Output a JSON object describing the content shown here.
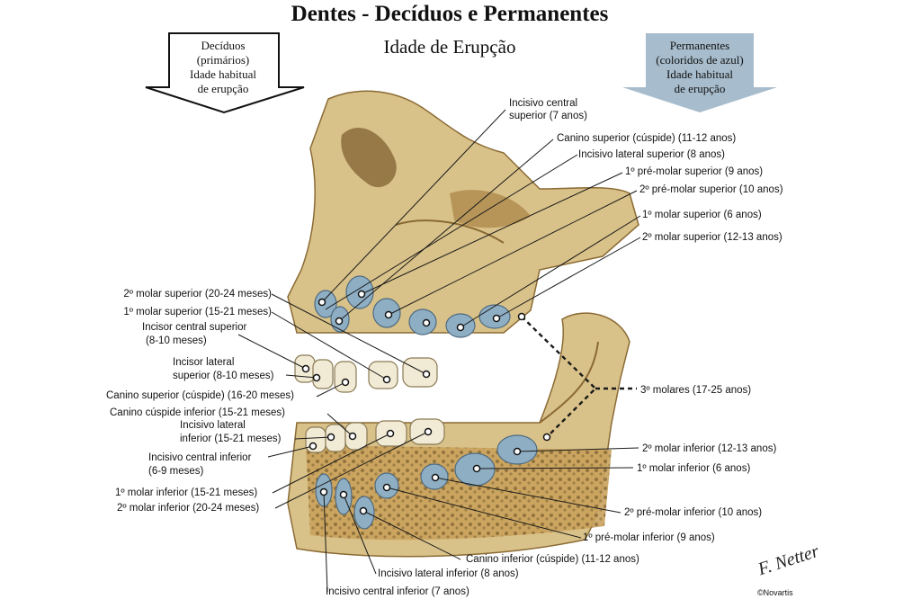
{
  "title": "Dentes - Decíduos e Permanentes",
  "subtitle": "Idade de Erupção",
  "deciduous_box": {
    "lines": [
      "Decíduos",
      "(primários)",
      "Idade habitual",
      "de erupção"
    ]
  },
  "permanent_box": {
    "lines": [
      "Permanentes",
      "(coloridos de azul)",
      "Idade habitual",
      "de erupção"
    ]
  },
  "labels_right": [
    "Incisivo central",
    "superior (7 anos)",
    "Canino superior (cúspide) (11-12 anos)",
    "Incisivo lateral superior (8 anos)",
    "1º pré-molar superior (9 anos)",
    "2º pré-molar superior (10 anos)",
    "1º molar superior (6 anos)",
    "2º molar superior (12-13 anos)",
    "3º molares (17-25 anos)",
    "2º molar inferior (12-13 anos)",
    "1º molar inferior (6 anos)",
    "2º pré-molar inferior (10 anos)",
    "1º pré-molar inferior (9 anos)",
    "Canino inferior (cúspide) (11-12 anos)",
    "Incisivo lateral inferior (8 anos)",
    "Incisivo central inferior (7 anos)"
  ],
  "labels_left": [
    "2º molar superior (20-24 meses)",
    "1º molar superior (15-21 meses)",
    "Incisor central superior",
    "(8-10 meses)",
    "Incisor lateral",
    "superior (8-10 meses)",
    "Canino superior (cúspide) (16-20 meses)",
    "Canino cúspide inferior (15-21 meses)",
    "Incisivo lateral",
    "inferior (15-21 meses)",
    "Incisivo central inferior",
    "(6-9 meses)",
    "1º molar inferior (15-21 meses)",
    "2º molar inferior (20-24 meses)"
  ],
  "brand": "©Novartis",
  "signature": "F. Netter",
  "colors": {
    "bone": "#d9c289",
    "bone_dark": "#b8954f",
    "bone_shadow": "#8a6a34",
    "deciduous_tooth": "#f1ead4",
    "permanent_tooth": "#8eaec4",
    "permanent_arrow": "#a7bccc",
    "leader_line": "#1a1a1a"
  }
}
